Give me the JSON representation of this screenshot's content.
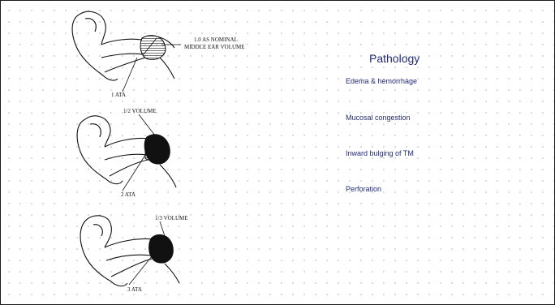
{
  "figure": {
    "panel1": {
      "volume_label_line1": "1.0 AS NOMINAL",
      "volume_label_line2": "MIDDLE EAR VOLUME",
      "pressure_label": "1 ATA"
    },
    "panel2": {
      "volume_label": "1/2 VOLUME",
      "pressure_label": "2 ATA"
    },
    "panel3": {
      "volume_label": "1/3 VOLUME",
      "pressure_label": "3 ATA"
    }
  },
  "content": {
    "title": "Pathology",
    "items": [
      "Edema & hemorrhage",
      "Mucosal congestion",
      "Inward bulging of TM",
      "Perforation"
    ]
  }
}
